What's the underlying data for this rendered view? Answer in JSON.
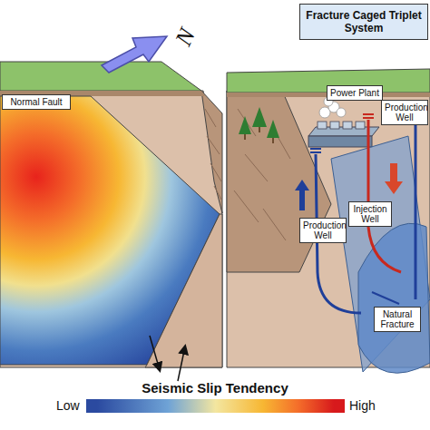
{
  "diagram": {
    "nodes": [
      {
        "text": [
          "Normal Fault"
        ]
      },
      {
        "text": [
          "Fracture Caged Triplet System"
        ]
      },
      {
        "text": [
          "Power Plant"
        ]
      },
      {
        "text": [
          "Production Well"
        ]
      },
      {
        "text": [
          "Injection Well"
        ]
      },
      {
        "text": [
          "Production Well"
        ]
      },
      {
        "text": [
          "Natural Fracture"
        ]
      }
    ],
    "labels": [
      "N",
      "Seismic Slip Tendency"
    ],
    "legend": [
      {
        "text": "Low",
        "color": "#2b4aa0"
      },
      {
        "text": "High",
        "color": "#d7191c"
      }
    ]
  }
}
